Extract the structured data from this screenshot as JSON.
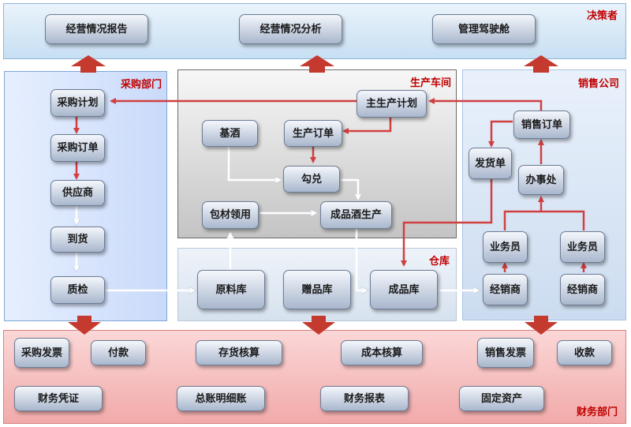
{
  "regions": {
    "decision": "决策者",
    "purchase": "采购部门",
    "production": "生产车间",
    "warehouse": "仓库",
    "sales": "销售公司",
    "finance": "财务部门"
  },
  "nodes": {
    "report": "经营情况报告",
    "analysis": "经营情况分析",
    "cockpit": "管理驾驶舱",
    "purchase_plan": "采购计划",
    "purchase_order": "采购订单",
    "supplier": "供应商",
    "arrival": "到货",
    "inspection": "质检",
    "base_liquor": "基酒",
    "production_order": "生产订单",
    "master_plan": "主生产计划",
    "blending": "勾兑",
    "packaging": "包材领用",
    "finished_production": "成品酒生产",
    "raw_store": "原料库",
    "gift_store": "赠品库",
    "finished_store": "成品库",
    "sales_order": "销售订单",
    "delivery_note": "发货单",
    "office": "办事处",
    "salesman_1": "业务员",
    "salesman_2": "业务员",
    "dealer_1": "经销商",
    "dealer_2": "经销商",
    "purchase_invoice": "采购发票",
    "payment": "付款",
    "inventory_accounting": "存货核算",
    "cost_accounting": "成本核算",
    "sales_invoice": "销售发票",
    "receipt": "收款",
    "voucher": "财务凭证",
    "ledger": "总账明细账",
    "financial_statements": "财务报表",
    "fixed_assets": "固定资产"
  }
}
